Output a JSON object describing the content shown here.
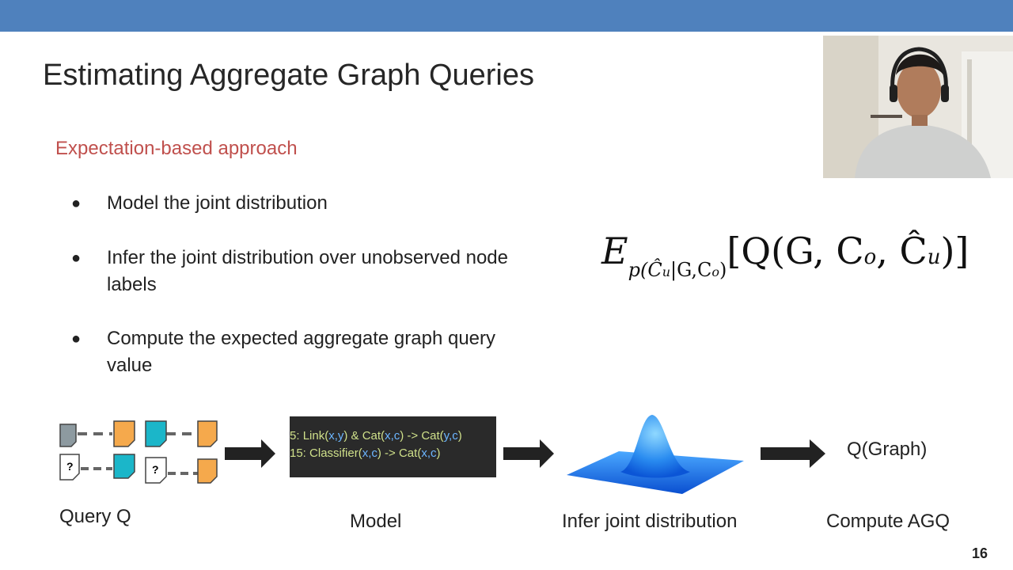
{
  "slide": {
    "title": "Estimating Aggregate Graph Queries",
    "subtitle": "Expectation-based approach",
    "bullets": [
      {
        "line1": "Model the joint distribution",
        "line2": ""
      },
      {
        "line1": "Infer the joint distribution over unobserved node",
        "line2": "labels"
      },
      {
        "line1": "Compute the expected aggregate graph query",
        "line2": "value"
      }
    ],
    "bullet_symbol": "●",
    "page_number": "16"
  },
  "formula": {
    "E": "E",
    "subscript": "p(Ĉ",
    "subscript_u": "u",
    "subscript_rest": "|G,C",
    "subscript_o": "o",
    "subscript_close": ")",
    "body": "[Q(G, C",
    "body_o": "o",
    "body_mid": ", Ĉ",
    "body_u": "u",
    "body_close": ")]"
  },
  "pipeline": {
    "query_label": "Query Q",
    "model_label": "Model",
    "infer_label": "Infer joint distribution",
    "compute_label": "Compute AGQ",
    "result_text": "Q(Graph)",
    "unknown_mark": "?",
    "code": {
      "l1_num": "5: ",
      "l1_a": "Link(",
      "l1_b": "x,y",
      "l1_c": ") & Cat(",
      "l1_d": "x,c",
      "l1_e": ") -> Cat(",
      "l1_f": "y,c",
      "l1_g": ")",
      "l2_num": "15: ",
      "l2_a": "Classifier(",
      "l2_b": "x,c",
      "l2_c": ") -> Cat(",
      "l2_d": "x,c",
      "l2_e": ")"
    }
  },
  "colors": {
    "topbar": "#4f81bd",
    "subtitle": "#c0504d",
    "node_orange": "#f5a94c",
    "node_teal": "#1bb6c9",
    "node_gray": "#8d9aa0",
    "arrow": "#222222"
  }
}
